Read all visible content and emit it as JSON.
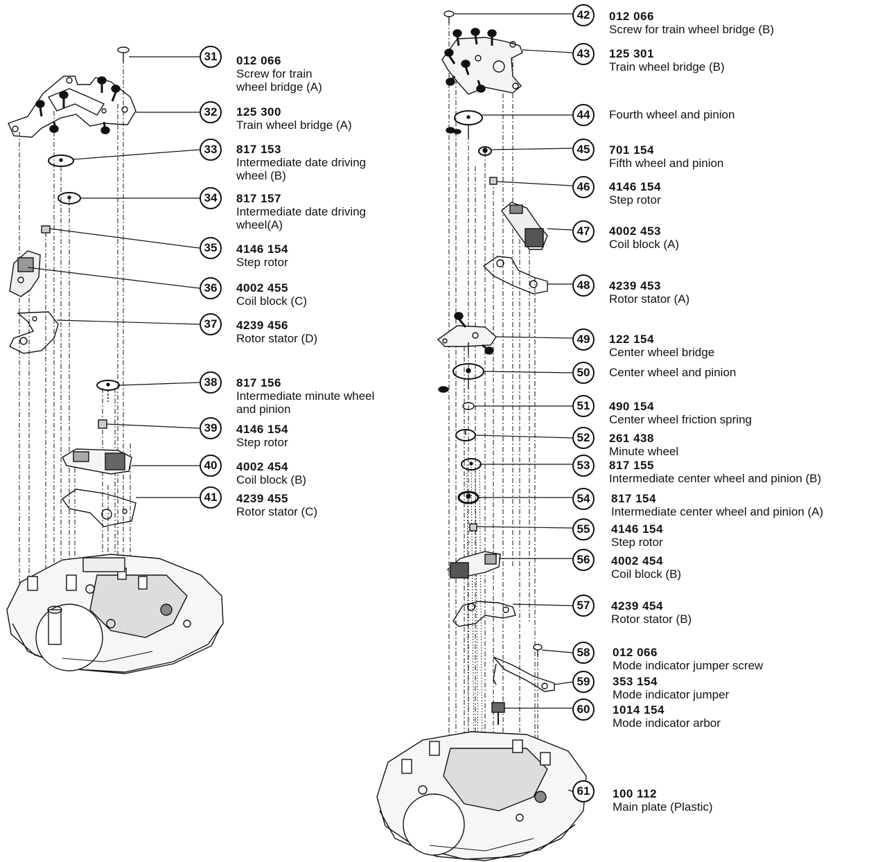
{
  "parts": [
    {
      "num": "31",
      "code": "012 066",
      "lines": [
        "Screw for train",
        "wheel bridge (A)"
      ]
    },
    {
      "num": "32",
      "code": "125 300",
      "lines": [
        "Train wheel bridge (A)"
      ]
    },
    {
      "num": "33",
      "code": "817 153",
      "lines": [
        "Intermediate date driving",
        "wheel (B)"
      ]
    },
    {
      "num": "34",
      "code": "817 157",
      "lines": [
        "Intermediate date driving",
        "wheel(A)"
      ]
    },
    {
      "num": "35",
      "code": "4146 154",
      "lines": [
        "Step rotor"
      ]
    },
    {
      "num": "36",
      "code": "4002 455",
      "lines": [
        "Coil block (C)"
      ]
    },
    {
      "num": "37",
      "code": "4239 456",
      "lines": [
        "Rotor stator (D)"
      ]
    },
    {
      "num": "38",
      "code": "817 156",
      "lines": [
        "Intermediate minute wheel",
        "and pinion"
      ]
    },
    {
      "num": "39",
      "code": "4146  154",
      "lines": [
        "Step rotor"
      ]
    },
    {
      "num": "40",
      "code": "4002 454",
      "lines": [
        "Coil block (B)"
      ]
    },
    {
      "num": "41",
      "code": "4239 455",
      "lines": [
        "Rotor stator (C)"
      ]
    },
    {
      "num": "42",
      "code": "012 066",
      "lines": [
        "Screw for train wheel bridge (B)"
      ]
    },
    {
      "num": "43",
      "code": "125 301",
      "lines": [
        "Train wheel bridge (B)"
      ]
    },
    {
      "num": "44",
      "code": "",
      "lines": [
        "Fourth wheel and pinion"
      ]
    },
    {
      "num": "45",
      "code": "701 154",
      "lines": [
        "Fifth wheel and pinion"
      ]
    },
    {
      "num": "46",
      "code": "4146 154",
      "lines": [
        "Step rotor"
      ]
    },
    {
      "num": "47",
      "code": "4002 453",
      "lines": [
        "Coil block (A)"
      ]
    },
    {
      "num": "48",
      "code": "4239 453",
      "lines": [
        "Rotor stator (A)"
      ]
    },
    {
      "num": "49",
      "code": "122 154",
      "lines": [
        "Center wheel bridge"
      ]
    },
    {
      "num": "50",
      "code": "",
      "lines": [
        "Center wheel and pinion"
      ]
    },
    {
      "num": "51",
      "code": "490 154",
      "lines": [
        "Center wheel friction spring"
      ]
    },
    {
      "num": "52",
      "code": "261 438",
      "lines": [
        "Minute wheel"
      ]
    },
    {
      "num": "53",
      "code": "817 155",
      "lines": [
        "Intermediate center wheel and pinion (B)"
      ]
    },
    {
      "num": "54",
      "code": "817 154",
      "lines": [
        "Intermediate center wheel and pinion (A)"
      ]
    },
    {
      "num": "55",
      "code": "4146 154",
      "lines": [
        "Step rotor"
      ]
    },
    {
      "num": "56",
      "code": "4002 454",
      "lines": [
        "Coil block (B)"
      ]
    },
    {
      "num": "57",
      "code": "4239 454",
      "lines": [
        "Rotor stator (B)"
      ]
    },
    {
      "num": "58",
      "code": "012 066",
      "lines": [
        "Mode indicator jumper screw"
      ]
    },
    {
      "num": "59",
      "code": "353 154",
      "lines": [
        "Mode indicator jumper"
      ]
    },
    {
      "num": "60",
      "code": "1014 154",
      "lines": [
        "Mode indicator arbor"
      ]
    },
    {
      "num": "61",
      "code": "100 112",
      "lines": [
        "Main plate (Plastic)"
      ]
    }
  ]
}
